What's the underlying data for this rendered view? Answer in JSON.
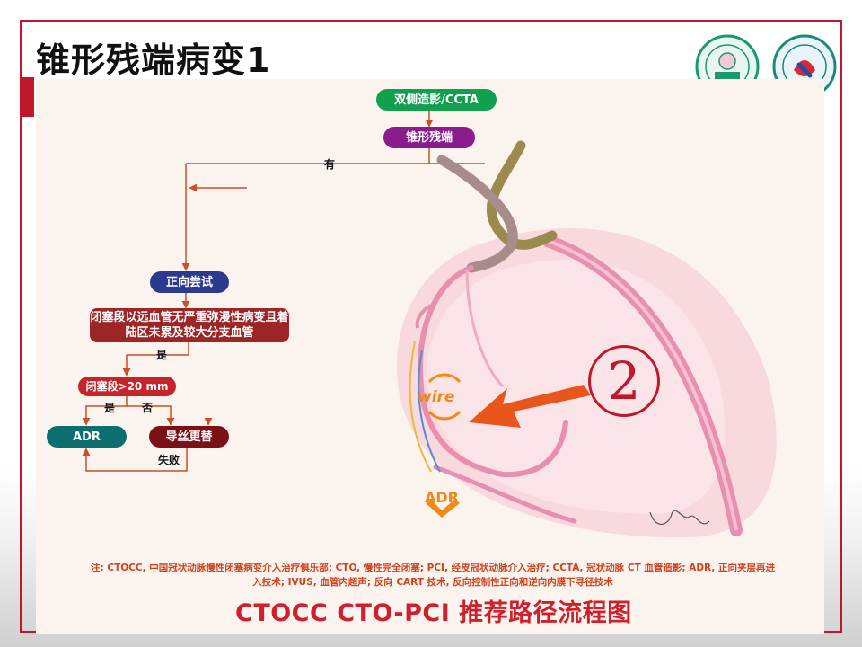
{
  "slide": {
    "title": "锥形残端病变1"
  },
  "flowchart": {
    "nodes": {
      "start": "双侧造影/CCTA",
      "stump": "锥形残端",
      "antegrade": "正向尝试",
      "condition": "闭塞段以远血管无严重弥漫性病变且着陆区未累及较大分支血管",
      "length": "闭塞段>20 mm",
      "adr": "ADR",
      "wire_switch": "导丝更替"
    },
    "labels": {
      "yes_top": "有",
      "yes_condition": "是",
      "yes_length": "是",
      "no_length": "否",
      "fail": "失败"
    }
  },
  "illustration": {
    "marker": "2",
    "wire_label": "wire",
    "adr_label": "ADR"
  },
  "footer": {
    "note": "注: CTOCC, 中国冠状动脉慢性闭塞病变介入治疗俱乐部; CTO, 慢性完全闭塞; PCI, 经皮冠状动脉介入治疗; CCTA, 冠状动脉 CT 血管造影; ADR, 正向夹层再进入技术; IVUS, 血管内超声; 反向 CART 技术, 反向控制性正向和逆向内膜下寻径技术",
    "title": "CTOCC CTO-PCI 推荐路径流程图"
  },
  "colors": {
    "accent_red": "#c0182a",
    "node_green": "#10a04e",
    "node_purple": "#8a1d8e",
    "node_blue": "#2b3a8e",
    "node_darkred": "#9c2527",
    "node_red": "#c4242a",
    "node_teal": "#0c6e6e",
    "node_maroon": "#7b1016",
    "arrow_orange": "#e8561c",
    "vessel_pink": "#e88fb0"
  }
}
